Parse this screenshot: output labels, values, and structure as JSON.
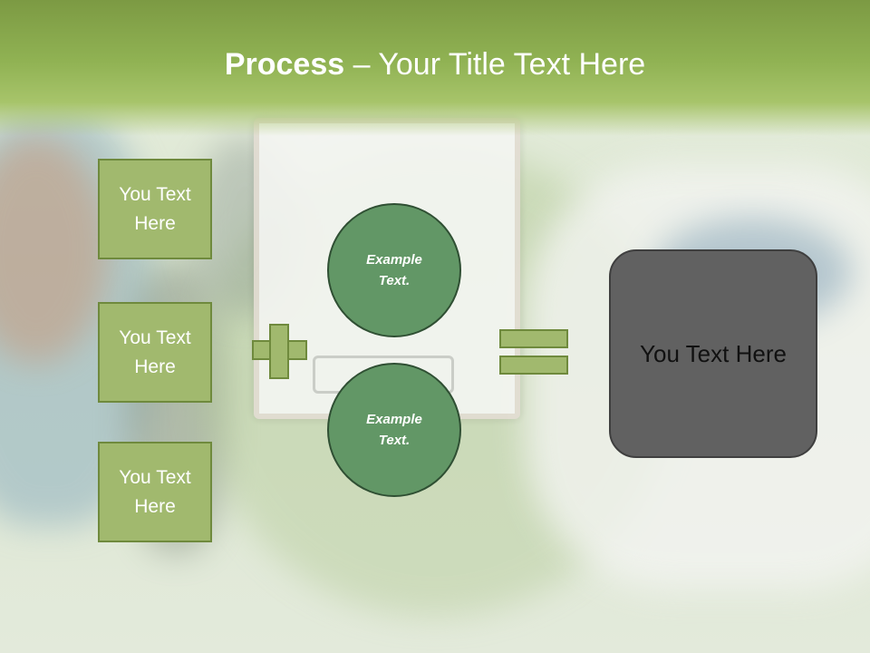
{
  "slide": {
    "title": {
      "bold": "Process",
      "rest": " – Your Title Text Here"
    },
    "left_boxes": [
      {
        "line1": "You Text",
        "line2": "Here"
      },
      {
        "line1": "You Text",
        "line2": "Here"
      },
      {
        "line1": "You Text",
        "line2": "Here"
      }
    ],
    "circles": [
      {
        "line1": "Example",
        "line2": "Text."
      },
      {
        "line1": "Example",
        "line2": "Text."
      }
    ],
    "result_text": "You Text Here",
    "colors": {
      "title_bar": "#90b253",
      "box_fill": "#a1b96e",
      "circle_fill": "#629766",
      "result_fill": "#616161"
    }
  }
}
